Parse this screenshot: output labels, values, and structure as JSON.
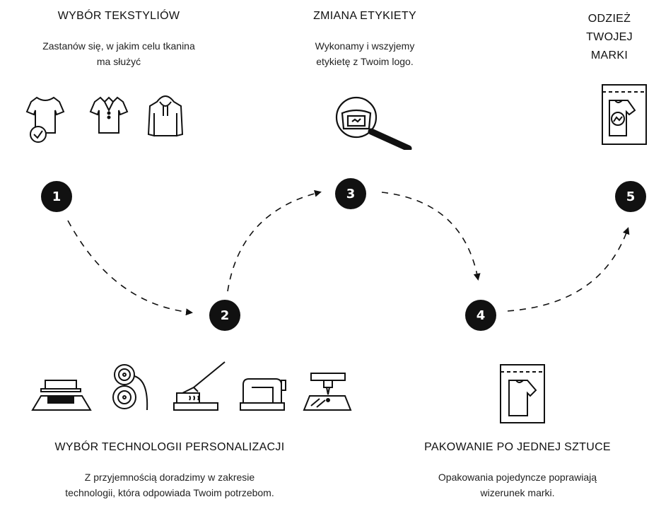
{
  "steps": [
    {
      "number": "1",
      "title": "WYBÓR TEKSTYLIÓW",
      "desc": [
        "Zastanów się, w jakim celu tkanina",
        "ma służyć"
      ]
    },
    {
      "number": "2",
      "title": "WYBÓR TECHNOLOGII PERSONALIZACJI",
      "desc": [
        "Z przyjemnością doradzimy w zakresie",
        "technologii, która odpowiada Twoim potrzebom."
      ]
    },
    {
      "number": "3",
      "title": "ZMIANA ETYKIETY",
      "desc": [
        "Wykonamy i wszyjemy",
        "etykietę z Twoim logo."
      ]
    },
    {
      "number": "4",
      "title": "PAKOWANIE PO JEDNEJ SZTUCE",
      "desc": [
        "Opakowania pojedyncze poprawiają",
        "wizerunek marki."
      ]
    },
    {
      "number": "5",
      "title_lines": [
        "ODZIEŻ",
        "TWOJEJ",
        "MARKI"
      ]
    }
  ],
  "icons": {
    "step1": [
      "tshirt-check-icon",
      "polo-shirt-icon",
      "hoodie-icon"
    ],
    "step2": [
      "screen-printing-icon",
      "thread-spools-icon",
      "heat-press-icon",
      "sewing-machine-icon",
      "embroidery-machine-icon"
    ],
    "step3": [
      "label-magnifier-icon"
    ],
    "step4": [
      "packaged-shirt-icon"
    ],
    "step5": [
      "branded-package-icon"
    ]
  },
  "colors": {
    "ink": "#111111",
    "background": "#ffffff"
  }
}
